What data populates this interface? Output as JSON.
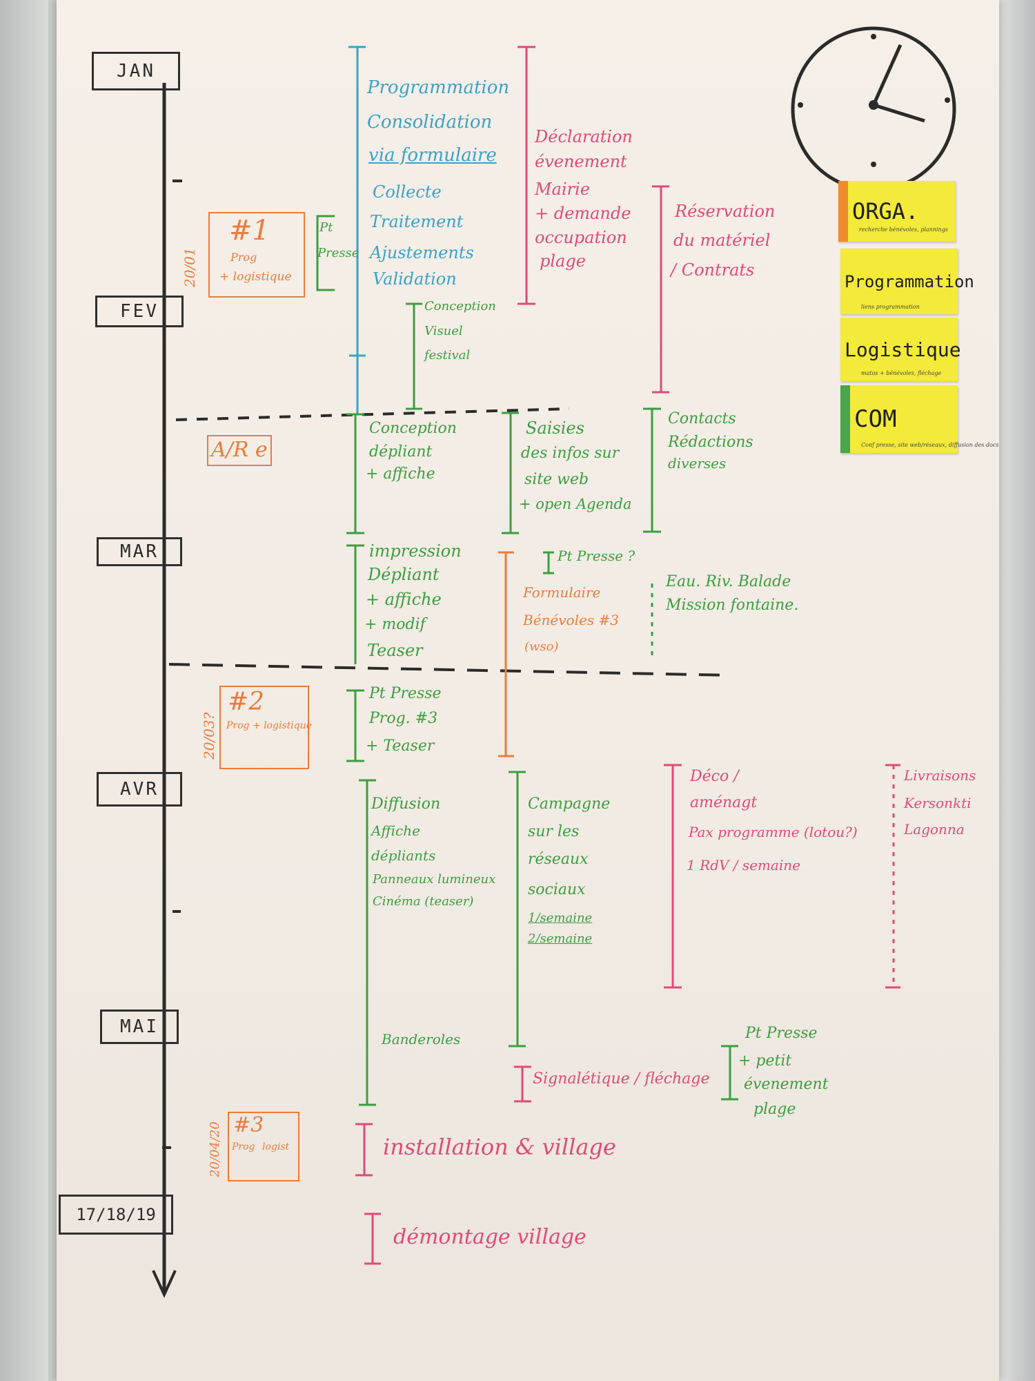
{
  "months": [
    "JAN",
    "FEV",
    "MAR",
    "AVR",
    "MAI",
    "17/18/19"
  ],
  "meetings": [
    {
      "number": "#1",
      "lines": [
        "Prog",
        "+ logistique"
      ],
      "date": "20/01"
    },
    {
      "number": "#2",
      "lines": [
        "Prog + logistique"
      ],
      "date": "20/03?"
    },
    {
      "number": "#3",
      "lines": [
        "Prog",
        "logist"
      ],
      "date": "20/04/20"
    }
  ],
  "are_label": "A/R e",
  "blue_block": [
    "Programmation",
    "Consolidation",
    "via formulaire",
    "Collecte",
    "Traitement",
    "Ajustements",
    "Validation"
  ],
  "pt_presse_1": [
    "Pt",
    "Presse"
  ],
  "declaration": [
    "Déclaration",
    "évenement",
    "Mairie",
    "+ demande",
    "occupation",
    "plage"
  ],
  "reservation": [
    "Réservation",
    "du matériel",
    "/ Contrats"
  ],
  "conception_visuel": [
    "Conception",
    "Visuel",
    "festival"
  ],
  "conception_depliant": [
    "Conception",
    "dépliant",
    "+ affiche"
  ],
  "saisies": [
    "Saisies",
    "des infos sur",
    "site web",
    "+ open Agenda"
  ],
  "contacts": [
    "Contacts",
    "Rédactions",
    "diverses"
  ],
  "impression": [
    "impression",
    "Dépliant",
    "+ affiche",
    "+ modif",
    "Teaser"
  ],
  "pt_presse_q": "Pt Presse ?",
  "formulaire_benevoles": [
    "Formulaire",
    "Bénévoles #3",
    "(wso)"
  ],
  "eau": [
    "Eau. Riv. Balade",
    "Mission fontaine."
  ],
  "pt_presse_prog": [
    "Pt Presse",
    "Prog. #3",
    "+ Teaser"
  ],
  "diffusion": [
    "Diffusion",
    "Affiche",
    "dépliants",
    "Panneaux lumineux",
    "Cinéma (teaser)"
  ],
  "campagne": [
    "Campagne",
    "sur les",
    "réseaux",
    "sociaux",
    "1/semaine",
    "2/semaine"
  ],
  "deco": [
    "Déco /",
    "aménagt",
    "Pax programme (lotou?)",
    "1 RdV / semaine"
  ],
  "livraisons": [
    "Livraisons",
    "Kersonkti",
    "Lagonna"
  ],
  "banderoles": "Banderoles",
  "signaletique": "Signalétique / fléchage",
  "pt_presse_final": [
    "Pt Presse",
    "+ petit",
    "évenement",
    "plage"
  ],
  "installation": "installation & village",
  "demontage": "démontage village",
  "legend": {
    "orga": "ORGA.",
    "orga_note": "recherche bénévoles, plannings",
    "programmation": "Programmation",
    "programmation_note": "liens programmation",
    "logistique": "Logistique",
    "logistique_note": "matos + bénévoles, fléchage",
    "com": "COM",
    "com_note": "Conf presse, site web/réseaux, diffusion des docs"
  },
  "colors": {
    "ink": "#2b2b2b",
    "blue": "#3aa2c6",
    "green": "#3c9e3f",
    "pink": "#e04a78",
    "orange": "#ee7b3a",
    "postit": "#f3ea39"
  },
  "icons": [
    "clock-icon",
    "timeline-arrow-icon"
  ]
}
